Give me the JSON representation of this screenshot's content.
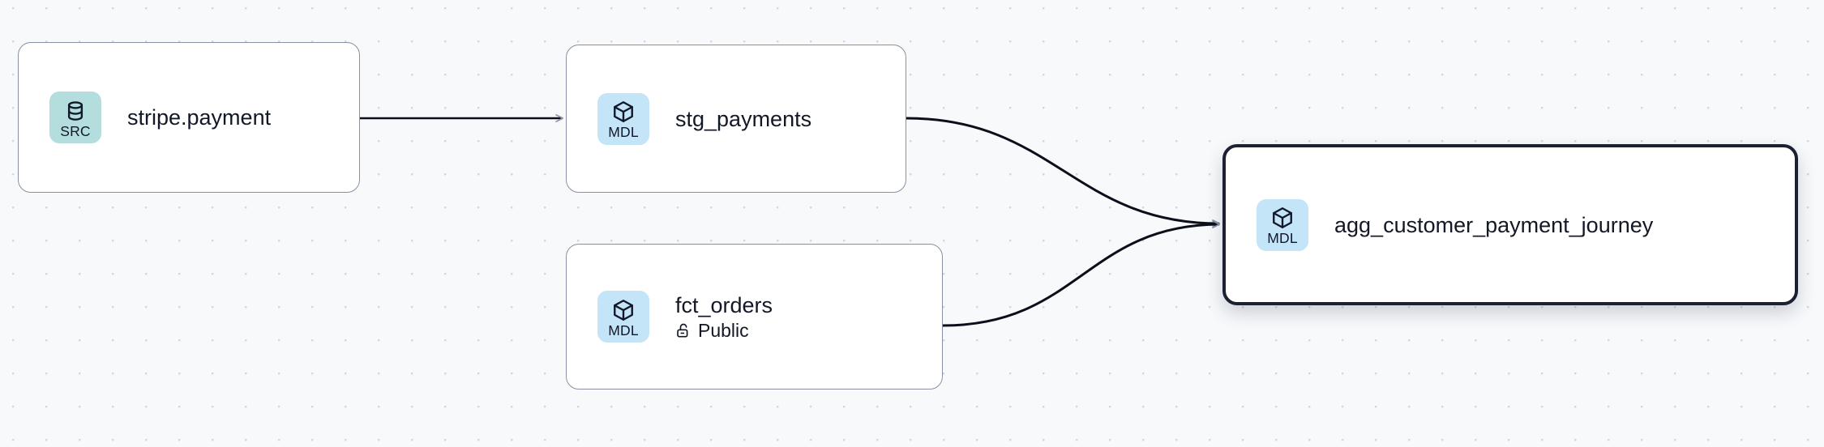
{
  "canvas": {
    "background_color": "#f7f9fb",
    "dot_color": "#d3d7e0",
    "edge_color": "#0b0f19"
  },
  "graph": {
    "nodes": [
      {
        "id": "stripe-payment",
        "title": "stripe.payment",
        "kind_label": "SRC",
        "kind_icon": "database-icon",
        "badge_color": "#b4dedd",
        "subtitle": "",
        "selected": false
      },
      {
        "id": "stg-payments",
        "title": "stg_payments",
        "kind_label": "MDL",
        "kind_icon": "cube-icon",
        "badge_color": "#c4e4f8",
        "subtitle": "",
        "selected": false
      },
      {
        "id": "fct-orders",
        "title": "fct_orders",
        "kind_label": "MDL",
        "kind_icon": "cube-icon",
        "badge_color": "#c4e4f8",
        "subtitle": "Public",
        "subtitle_icon": "unlock-icon",
        "selected": false
      },
      {
        "id": "agg-customer-payment-journey",
        "title": "agg_customer_payment_journey",
        "kind_label": "MDL",
        "kind_icon": "cube-icon",
        "badge_color": "#c4e4f8",
        "subtitle": "",
        "selected": true
      }
    ],
    "edges": [
      {
        "from": "stripe-payment",
        "to": "stg-payments"
      },
      {
        "from": "stg-payments",
        "to": "agg-customer-payment-journey"
      },
      {
        "from": "fct-orders",
        "to": "agg-customer-payment-journey"
      }
    ]
  }
}
